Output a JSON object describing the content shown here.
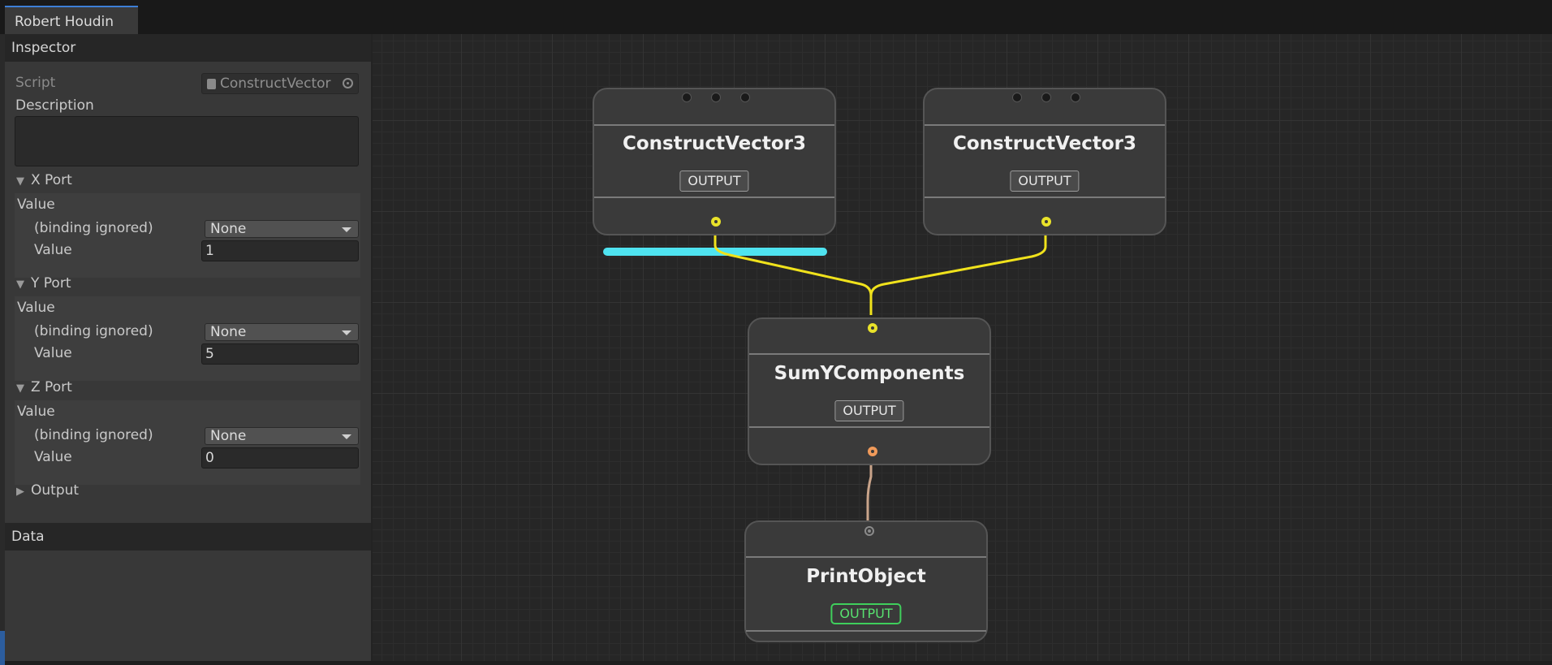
{
  "window": {
    "tab_title": "Robert Houdin"
  },
  "inspector": {
    "title": "Inspector",
    "script_label": "Script",
    "script_value": "ConstructVector",
    "description_label": "Description",
    "sections": [
      {
        "title": "X Port",
        "value_heading": "Value",
        "binding_label": "(binding ignored)",
        "binding_value": "None",
        "value_label": "Value",
        "value": "1"
      },
      {
        "title": "Y Port",
        "value_heading": "Value",
        "binding_label": "(binding ignored)",
        "binding_value": "None",
        "value_label": "Value",
        "value": "5"
      },
      {
        "title": "Z Port",
        "value_heading": "Value",
        "binding_label": "(binding ignored)",
        "binding_value": "None",
        "value_label": "Value",
        "value": "0"
      }
    ],
    "output_foldout": "Output"
  },
  "data_panel": {
    "title": "Data"
  },
  "graph": {
    "nodes": [
      {
        "title": "ConstructVector3",
        "button": "OUTPUT"
      },
      {
        "title": "ConstructVector3",
        "button": "OUTPUT"
      },
      {
        "title": "SumYComponents",
        "button": "OUTPUT"
      },
      {
        "title": "PrintObject",
        "button": "OUTPUT"
      }
    ],
    "colors": {
      "wire_vector": "#f0e21c",
      "wire_number": "#c9a48a",
      "selection": "#4fe3f0",
      "active_output": "#3fcf5c"
    }
  },
  "icons": {
    "script": "script-file-icon",
    "object_picker": "target-icon",
    "expanded": "triangle-down-icon",
    "collapsed": "triangle-right-icon",
    "dropdown": "caret-down-icon"
  }
}
